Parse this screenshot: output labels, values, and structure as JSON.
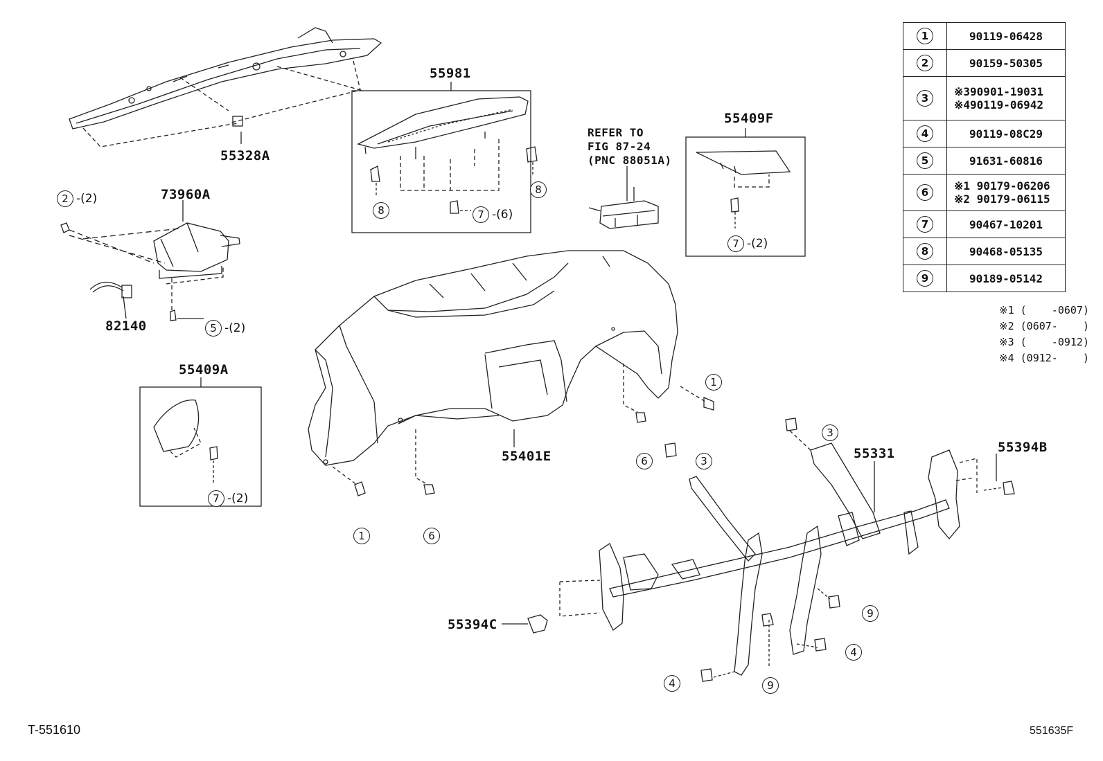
{
  "part_labels": {
    "p55328A": "55328A",
    "p55981": "55981",
    "p73960A": "73960A",
    "p82140": "82140",
    "p55409A": "55409A",
    "p55409F": "55409F",
    "p55401E": "55401E",
    "p55331": "55331",
    "p55394B": "55394B",
    "p55394C": "55394C"
  },
  "refer_note": [
    "REFER TO",
    "FIG 87-24",
    "(PNC 88051A)"
  ],
  "callouts": {
    "c2_airbag": {
      "num": "2",
      "qty": "-(2)"
    },
    "c8_left": {
      "num": "8",
      "qty": ""
    },
    "c8_right": {
      "num": "8",
      "qty": ""
    },
    "c7_55981": {
      "num": "7",
      "qty": "-(6)"
    },
    "c7_55409F": {
      "num": "7",
      "qty": "-(2)"
    },
    "c5": {
      "num": "5",
      "qty": "-(2)"
    },
    "c7_55409A": {
      "num": "7",
      "qty": "-(2)"
    },
    "c1_right": {
      "num": "1",
      "qty": ""
    },
    "c6_right": {
      "num": "6",
      "qty": ""
    },
    "c3_upper": {
      "num": "3",
      "qty": ""
    },
    "c3_mid": {
      "num": "3",
      "qty": ""
    },
    "c1_left": {
      "num": "1",
      "qty": ""
    },
    "c6_left": {
      "num": "6",
      "qty": ""
    },
    "c9_right": {
      "num": "9",
      "qty": ""
    },
    "c9_bottom": {
      "num": "9",
      "qty": ""
    },
    "c4_right": {
      "num": "4",
      "qty": ""
    },
    "c4_bottom": {
      "num": "4",
      "qty": ""
    }
  },
  "legend": [
    {
      "num": "1",
      "lines": [
        "90119-06428"
      ]
    },
    {
      "num": "2",
      "lines": [
        "90159-50305"
      ]
    },
    {
      "num": "3",
      "lines": [
        "※390901-19031",
        "※490119-06942"
      ]
    },
    {
      "num": "4",
      "lines": [
        "90119-08C29"
      ]
    },
    {
      "num": "5",
      "lines": [
        "91631-60816"
      ]
    },
    {
      "num": "6",
      "lines": [
        "※1 90179-06206",
        "※2 90179-06115"
      ]
    },
    {
      "num": "7",
      "lines": [
        "90467-10201"
      ]
    },
    {
      "num": "8",
      "lines": [
        "90468-05135"
      ]
    },
    {
      "num": "9",
      "lines": [
        "90189-05142"
      ]
    }
  ],
  "notes": [
    "※1 (    -0607)",
    "※2 (0607-    )",
    "※3 (    -0912)",
    "※4 (0912-    )"
  ],
  "footer_left": "T-551610",
  "footer_right": "551635F"
}
